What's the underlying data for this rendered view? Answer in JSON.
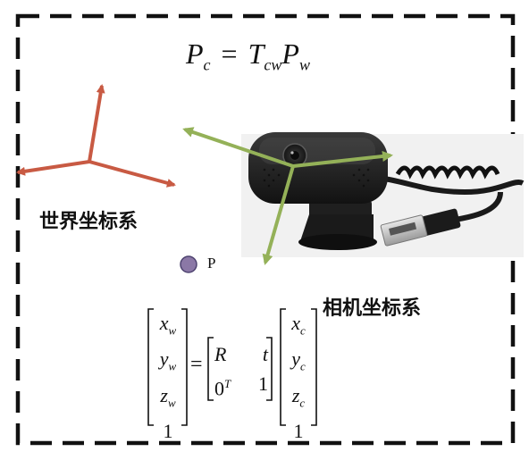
{
  "top_equation": {
    "lhs": "P",
    "lhs_sub": "c",
    "eq": "=",
    "t": "T",
    "t_sub": "cw",
    "p": "P",
    "p_sub": "w"
  },
  "world_frame_label": "世界坐标系",
  "camera_frame_label": "相机坐标系",
  "point_label": "P",
  "matrix_equation": {
    "lhs": [
      "x_w",
      "y_w",
      "z_w",
      "1"
    ],
    "transform": [
      [
        "R",
        "t"
      ],
      [
        "0^T",
        "1"
      ]
    ],
    "rhs": [
      "x_c",
      "y_c",
      "z_c",
      "1"
    ]
  },
  "colors": {
    "world_axes": "#c85a43",
    "camera_axes": "#94b158",
    "point": "#8b78a6",
    "border": "#111111"
  }
}
